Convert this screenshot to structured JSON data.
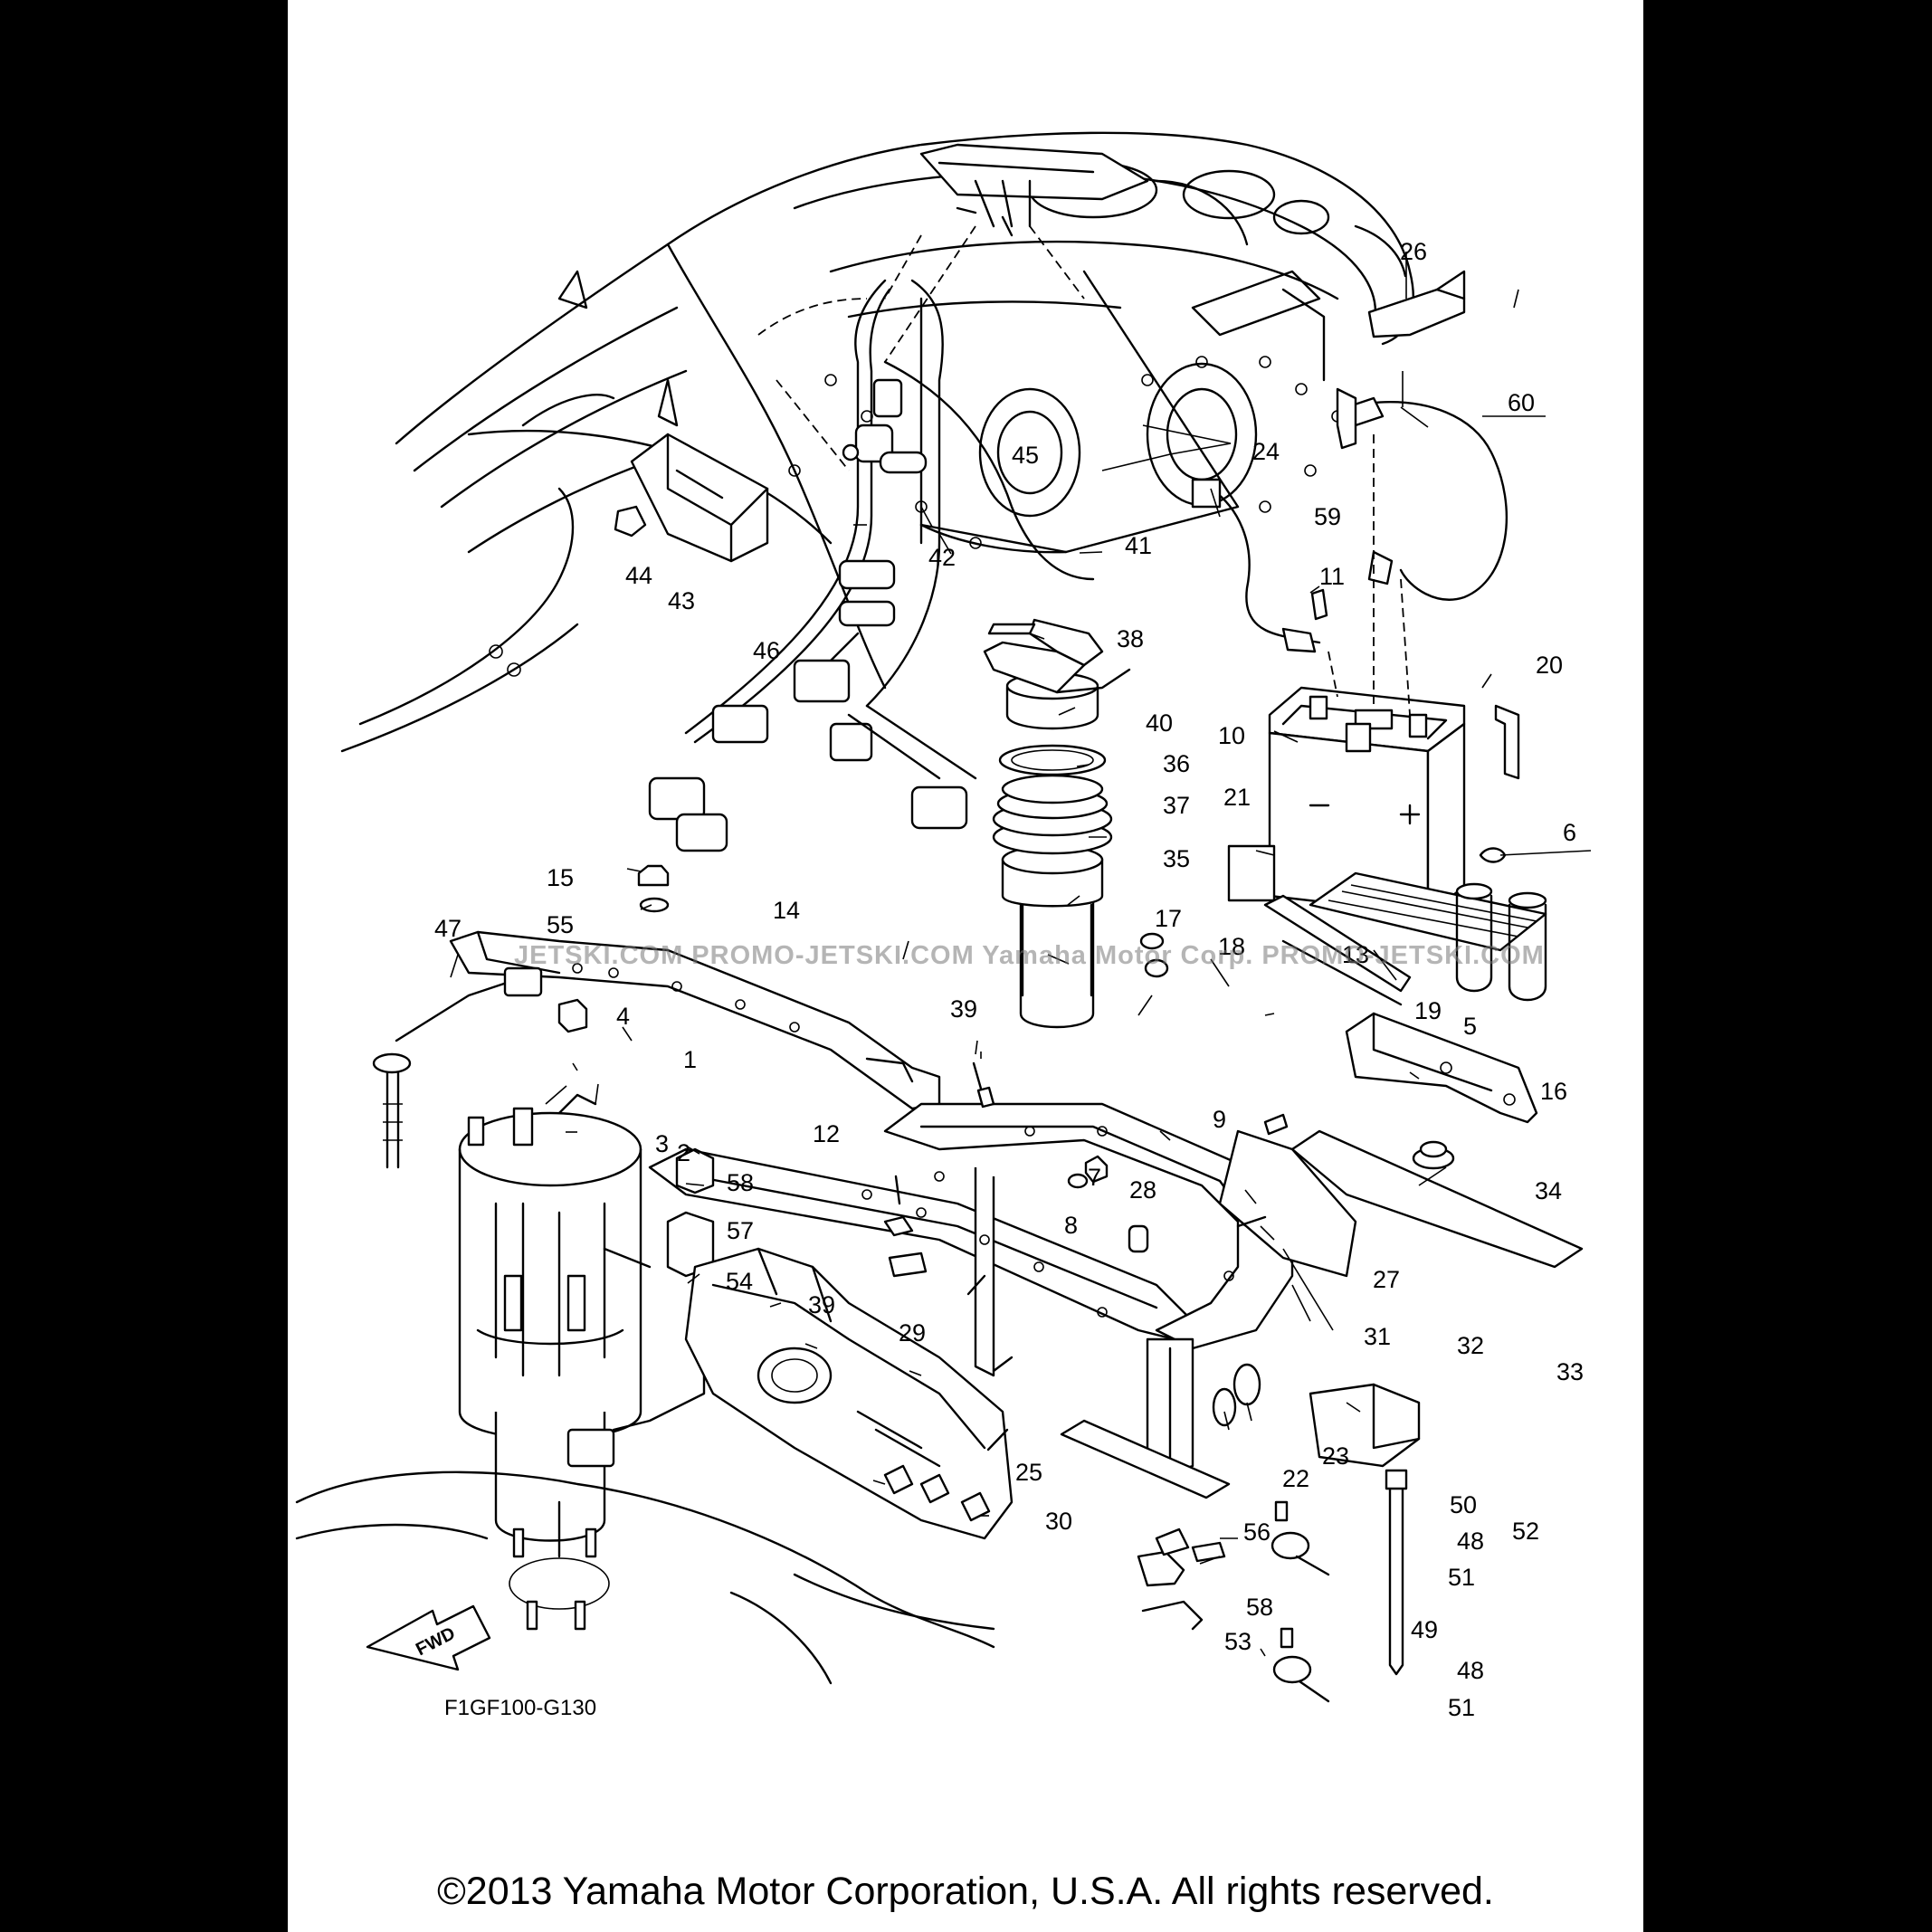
{
  "diagram": {
    "code": "F1GF100-G130",
    "fwd_label": "FWD",
    "part_numbers": [
      "1",
      "2",
      "3",
      "4",
      "5",
      "6",
      "7",
      "8",
      "9",
      "10",
      "11",
      "12",
      "13",
      "14",
      "15",
      "16",
      "17",
      "18",
      "19",
      "20",
      "21",
      "22",
      "23",
      "24",
      "25",
      "26",
      "27",
      "28",
      "29",
      "30",
      "31",
      "32",
      "33",
      "34",
      "35",
      "36",
      "37",
      "38",
      "39",
      "39",
      "40",
      "41",
      "42",
      "43",
      "44",
      "45",
      "46",
      "47",
      "48",
      "48",
      "49",
      "50",
      "51",
      "51",
      "52",
      "53",
      "54",
      "55",
      "56",
      "57",
      "58",
      "58",
      "59",
      "60"
    ]
  },
  "watermark": "JETSKI.COM  PROMO-JETSKI.COM  Yamaha Motor Corp. PROMO-JETSKI.COM",
  "copyright": "©2013 Yamaha Motor Corporation, U.S.A. All rights reserved."
}
